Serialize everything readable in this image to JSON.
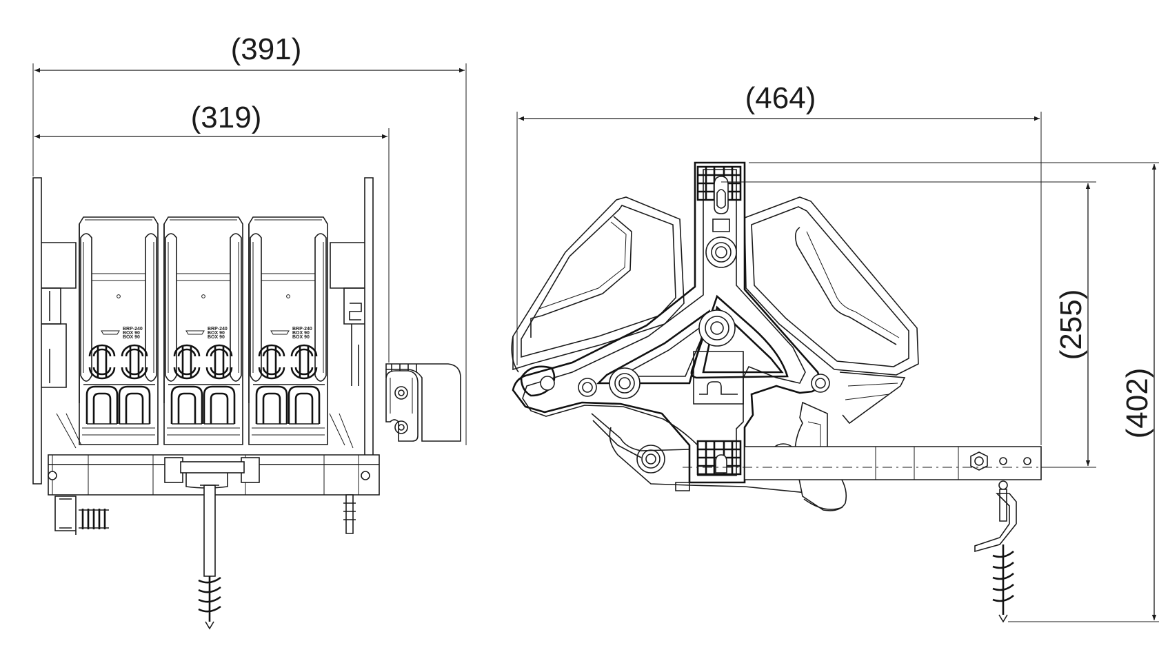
{
  "dimensions": {
    "front_overall_width": "(391)",
    "front_body_width": "(319)",
    "side_overall_width": "(464)",
    "side_pivot_height": "(255)",
    "side_overall_height": "(402)"
  },
  "module_marking": "BRP-240\nBOX 90\nBOX 90",
  "colors": {
    "line": "#1a1a1a",
    "background": "#ffffff"
  }
}
